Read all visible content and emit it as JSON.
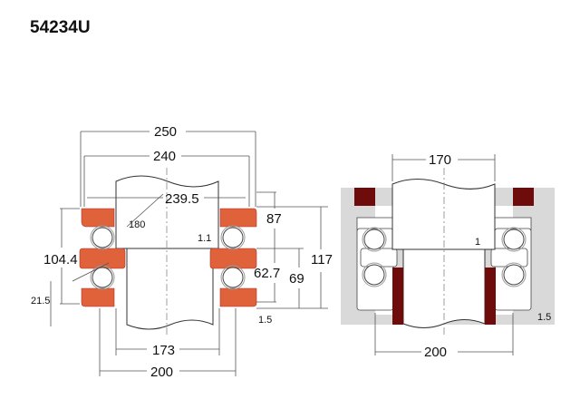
{
  "title": "54234U",
  "colors": {
    "race": "#e0623a",
    "housing": "#d9d9d9",
    "sleeve": "#6e0c0c"
  },
  "left_view": {
    "dims": {
      "d250": "250",
      "d240": "240",
      "d239_5": "239.5",
      "d180": "180",
      "d87": "87",
      "d117": "117",
      "d69": "69",
      "d62_7": "62.7",
      "d104_4": "104.4",
      "d1_1": "1.1",
      "d21_5": "21.5",
      "d1_5": "1.5",
      "d173": "173",
      "d200": "200"
    }
  },
  "right_view": {
    "dims": {
      "d170": "170",
      "d1": "1",
      "d1_5": "1.5",
      "d200": "200"
    }
  }
}
